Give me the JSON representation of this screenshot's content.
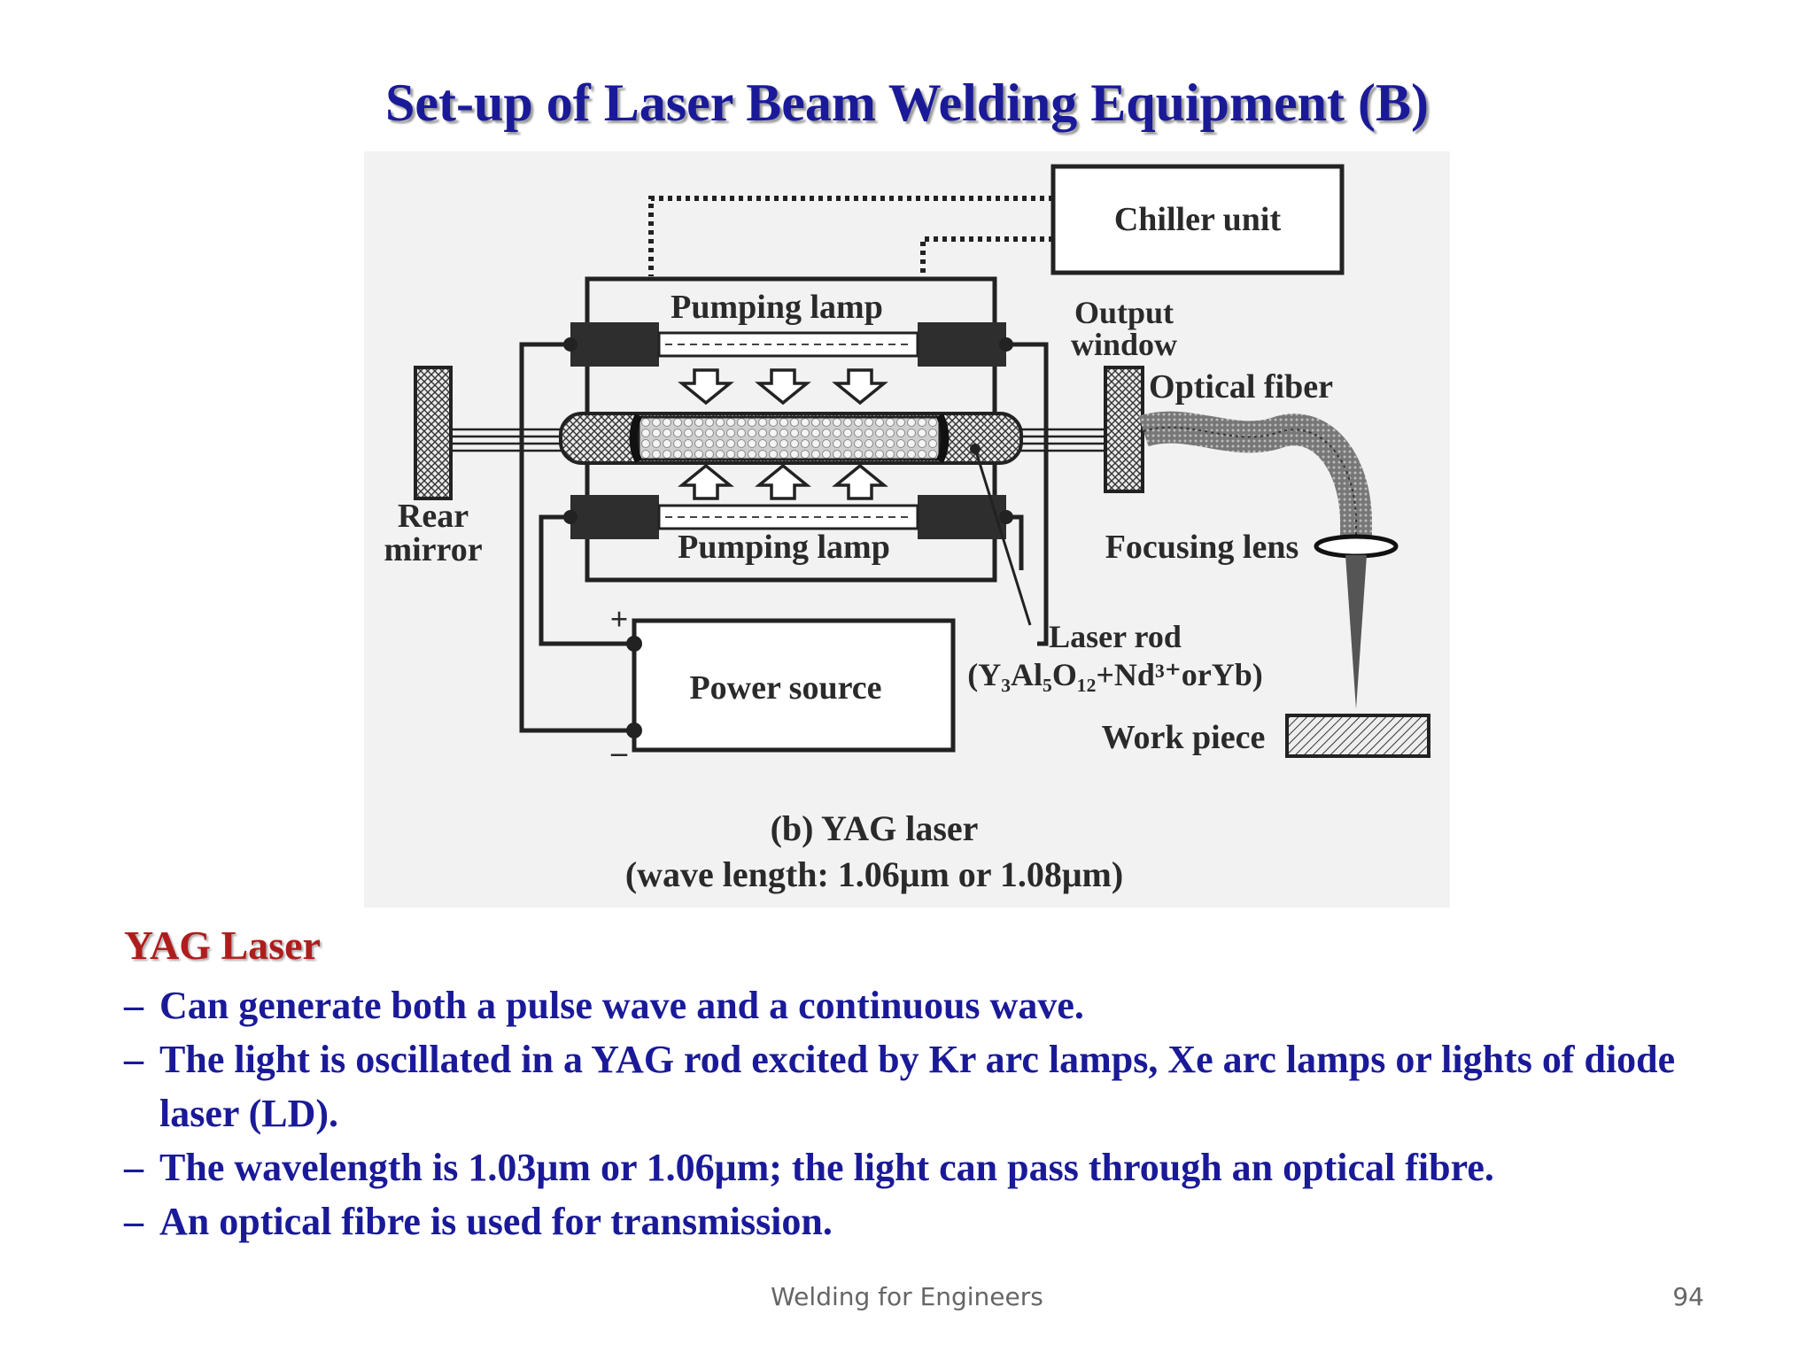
{
  "slide": {
    "title": "Set-up of Laser Beam Welding Equipment (B)",
    "footer": "Welding for Engineers",
    "page_number": "94"
  },
  "figure": {
    "chiller": "Chiller unit",
    "pumping_lamp_top": "Pumping lamp",
    "pumping_lamp_bottom": "Pumping lamp",
    "output_window_1": "Output",
    "output_window_2": "window",
    "optical_fiber": "Optical fiber",
    "rear_mirror_1": "Rear",
    "rear_mirror_2": "mirror",
    "focusing_lens": "Focusing lens",
    "laser_rod": "Laser rod",
    "laser_rod_formula": "(Y₃Al₅O₁₂+Nd³⁺orYb)",
    "power_source": "Power source",
    "plus": "+",
    "minus": "–",
    "work_piece": "Work piece",
    "caption_1": "(b) YAG laser",
    "caption_2": "(wave length: 1.06μm or 1.08μm)"
  },
  "content": {
    "heading": "YAG Laser",
    "bullets": [
      "Can generate both a pulse wave and a continuous wave.",
      "The light is oscillated in a YAG rod excited by Kr arc lamps, Xe arc lamps or lights of  diode laser (LD).",
      "The wavelength is 1.03μm or 1.06μm; the light can pass through an optical fibre.",
      "An optical fibre is used for transmission."
    ],
    "bullet_marker": "–"
  },
  "colors": {
    "title": "#1a1a99",
    "heading": "#b01c1c",
    "body": "#1a1a99",
    "footer": "#666666"
  }
}
